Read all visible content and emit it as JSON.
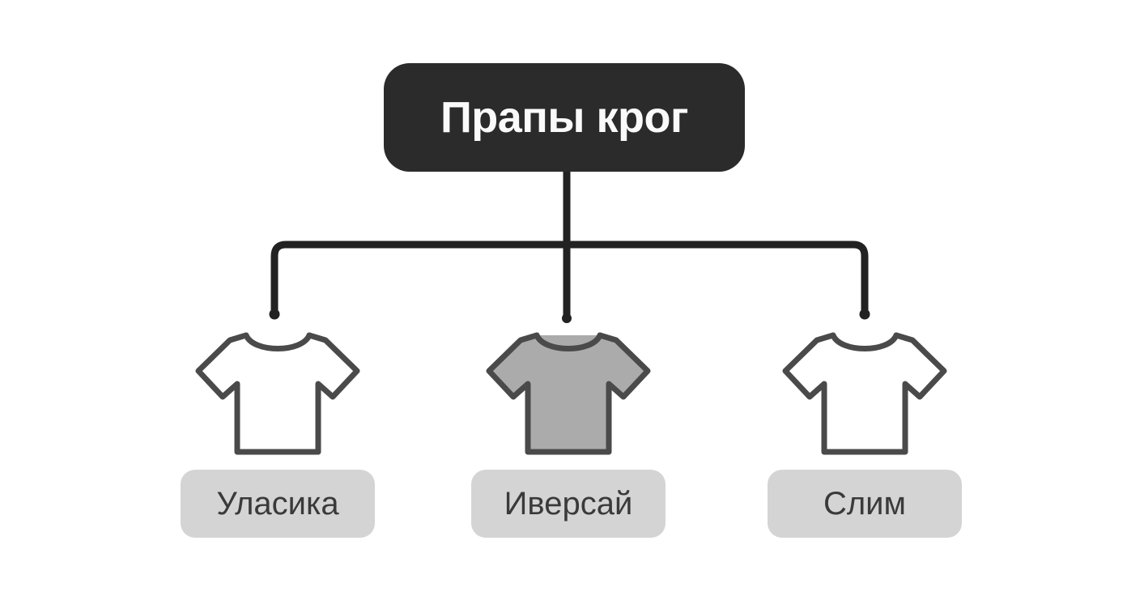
{
  "diagram": {
    "type": "tree-hierarchy",
    "background_color": "#ffffff",
    "root": {
      "label": "Прапы крог",
      "fill_color": "#2b2b2b",
      "text_color": "#fafafa"
    },
    "connector": {
      "color": "#222222",
      "style": "orthogonal-bus-with-dots"
    },
    "children": [
      {
        "label": "Уласика",
        "icon": "tshirt-icon",
        "icon_fill": "#ffffff",
        "icon_stroke": "#4a4a4a",
        "selected": false,
        "chip_fill": "#d4d4d4",
        "chip_text_color": "#3a3a3a"
      },
      {
        "label": "Иверсай",
        "icon": "tshirt-icon",
        "icon_fill": "#ababab",
        "icon_stroke": "#4a4a4a",
        "selected": true,
        "chip_fill": "#d4d4d4",
        "chip_text_color": "#3a3a3a"
      },
      {
        "label": "Слим",
        "icon": "tshirt-icon",
        "icon_fill": "#ffffff",
        "icon_stroke": "#4a4a4a",
        "selected": false,
        "chip_fill": "#d4d4d4",
        "chip_text_color": "#3a3a3a"
      }
    ]
  }
}
